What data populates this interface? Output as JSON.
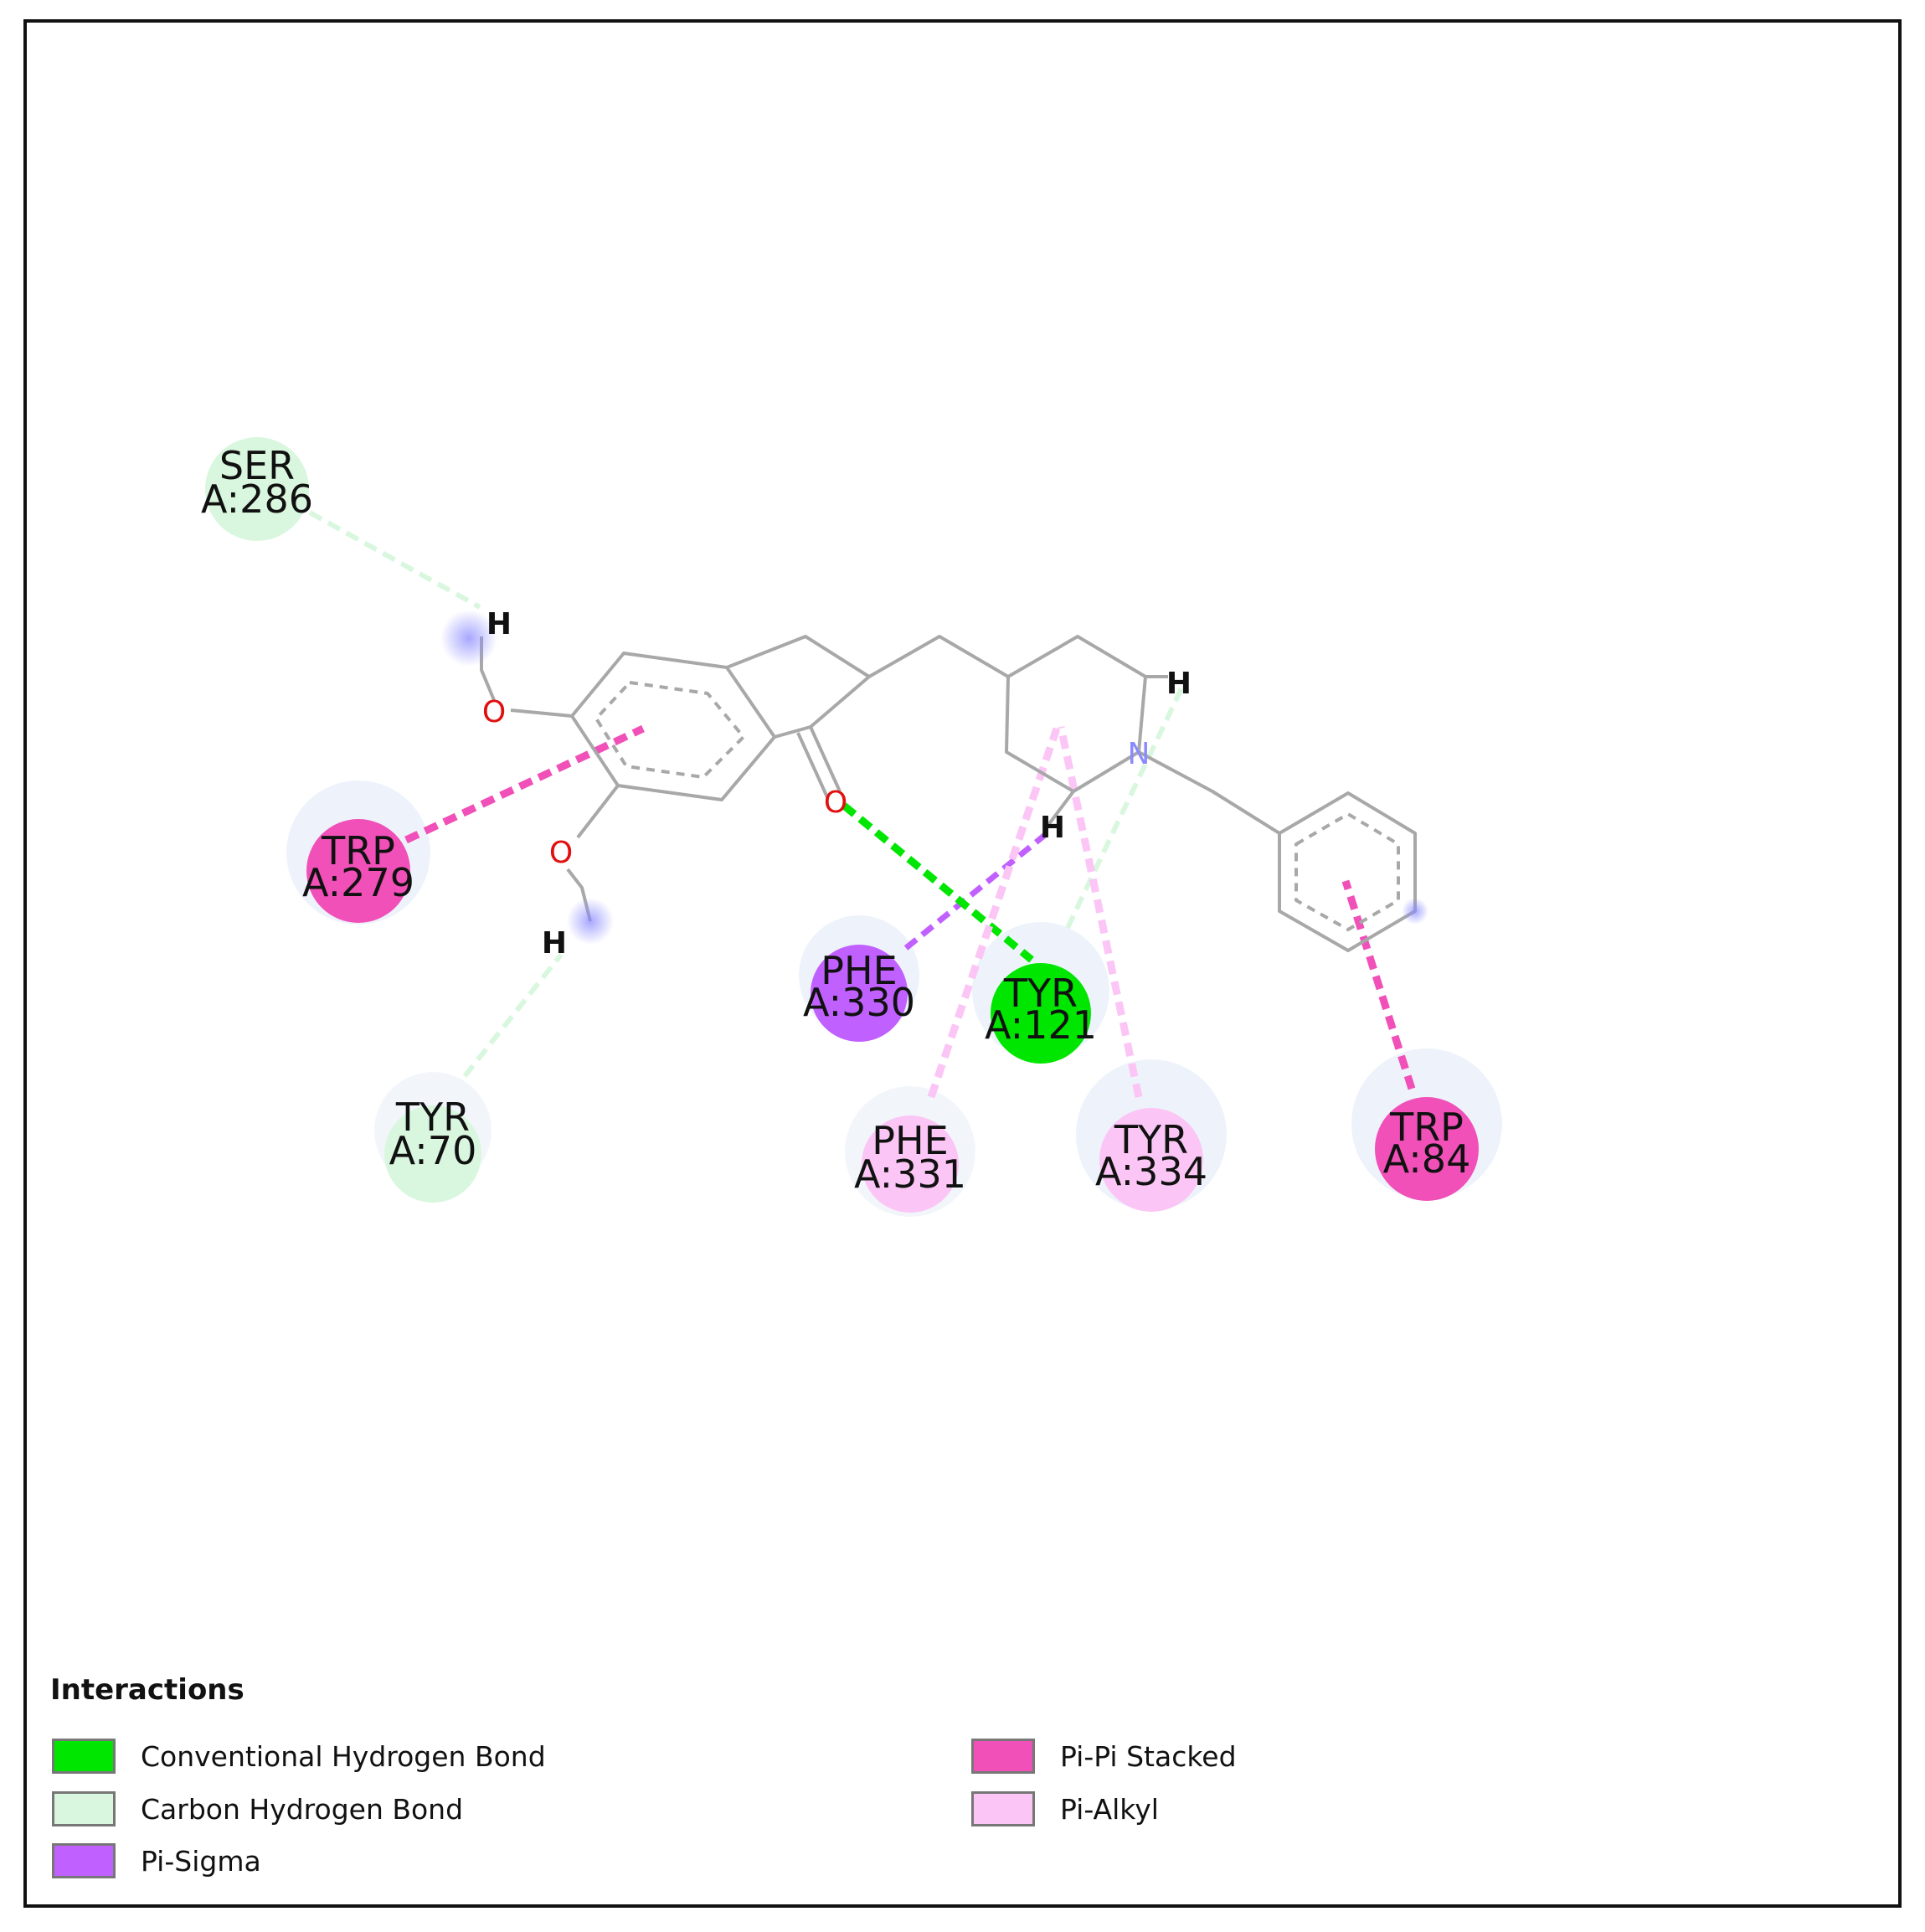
{
  "residues": [
    {
      "id": "ser286",
      "name": "SER",
      "num": "A:286",
      "type": "carbon_h_bond"
    },
    {
      "id": "trp279",
      "name": "TRP",
      "num": "A:279",
      "type": "pi_pi"
    },
    {
      "id": "tyr70",
      "name": "TYR",
      "num": "A:70",
      "type": "carbon_h_bond"
    },
    {
      "id": "phe330",
      "name": "PHE",
      "num": "A:330",
      "type": "pi_sigma"
    },
    {
      "id": "tyr121",
      "name": "TYR",
      "num": "A:121",
      "type": "conventional_h_bond"
    },
    {
      "id": "phe331",
      "name": "PHE",
      "num": "A:331",
      "type": "pi_alkyl"
    },
    {
      "id": "tyr334",
      "name": "TYR",
      "num": "A:334",
      "type": "pi_alkyl"
    },
    {
      "id": "trp84",
      "name": "TRP",
      "num": "A:84",
      "type": "pi_pi"
    }
  ],
  "atoms": {
    "h_top": "H",
    "o_top": "O",
    "o_mid": "O",
    "h_low": "H",
    "o_carbonyl": "O",
    "n_piperidine": "N",
    "h_pip_top": "H",
    "h_pip_mid": "H"
  },
  "colors": {
    "conventional_h_bond": "#00e600",
    "carbon_h_bond": "#d9f7df",
    "pi_sigma": "#c060ff",
    "pi_pi": "#f050b8",
    "pi_alkyl": "#fbc6f5",
    "bond": "#a8a8a8",
    "oxygen": "#e01010",
    "nitrogen": "#8a8aff"
  },
  "legend": {
    "title": "Interactions",
    "items": [
      {
        "id": "conventional_h_bond",
        "label": "Conventional Hydrogen Bond"
      },
      {
        "id": "carbon_h_bond",
        "label": "Carbon Hydrogen Bond"
      },
      {
        "id": "pi_sigma",
        "label": "Pi-Sigma"
      },
      {
        "id": "pi_pi",
        "label": "Pi-Pi Stacked"
      },
      {
        "id": "pi_alkyl",
        "label": "Pi-Alkyl"
      }
    ]
  }
}
